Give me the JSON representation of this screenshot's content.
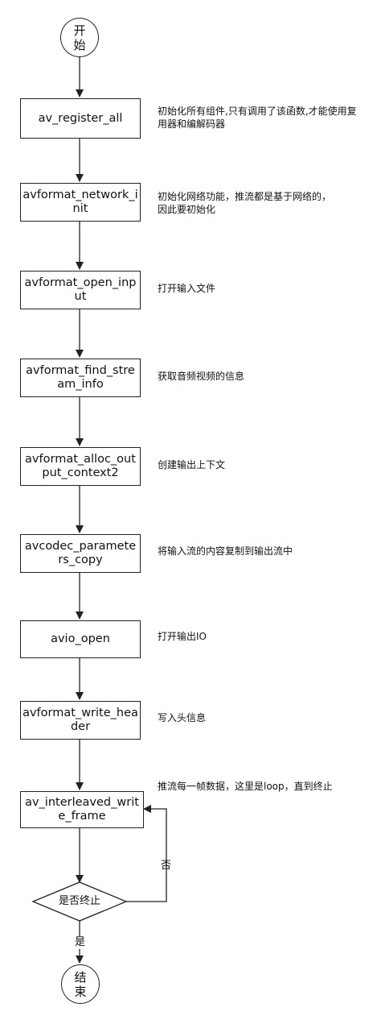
{
  "flow": {
    "start": "开始",
    "end": "结束",
    "decision": "是否终止",
    "yes_label": "是",
    "no_label": "否",
    "steps": [
      {
        "label": "av_register_all",
        "note": "初始化所有组件,只有调用了该函数,才能使用复用器和编解码器"
      },
      {
        "label": "avformat_network_init",
        "note": "初始化网络功能，推流都是基于网络的，因此要初始化"
      },
      {
        "label": "avformat_open_input",
        "note": "打开输入文件"
      },
      {
        "label": "avformat_find_stream_info",
        "note": "获取音频视频的信息"
      },
      {
        "label": "avformat_alloc_output_context2",
        "note": "创建输出上下文"
      },
      {
        "label": "avcodec_parameters_copy",
        "note": "将输入流的内容复制到输出流中"
      },
      {
        "label": "avio_open",
        "note": "打开输出IO"
      },
      {
        "label": "avformat_write_header",
        "note": "写入头信息"
      },
      {
        "label": "av_interleaved_write_frame",
        "note": "推流每一帧数据，这里是loop，直到终止"
      }
    ]
  }
}
